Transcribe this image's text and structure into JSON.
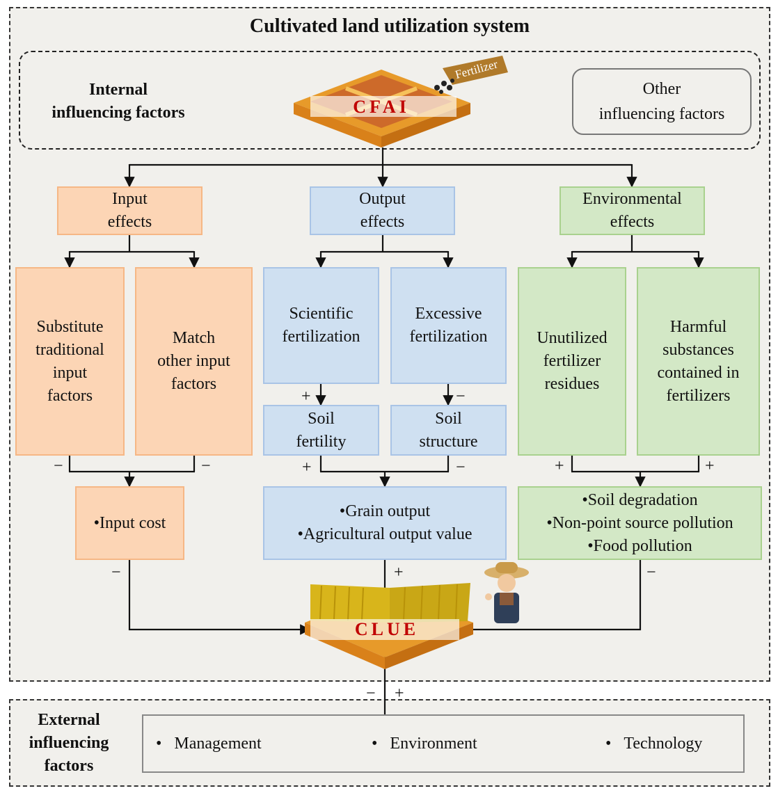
{
  "title": "Cultivated land utilization system",
  "internal_label": "Internal\ninfluencing factors",
  "other_factors": "Other\ninfluencing factors",
  "cfai": {
    "label": "CFAI",
    "bag_label": "Fertilizer"
  },
  "clue": {
    "label": "CLUE"
  },
  "effects": {
    "input": {
      "header": "Input\neffects",
      "children": [
        "Substitute\ntraditional\ninput\nfactors",
        "Match\nother input\nfactors"
      ],
      "result": "•Input cost"
    },
    "output": {
      "header": "Output\neffects",
      "children": [
        "Scientific\nfertilization",
        "Excessive\nfertilization"
      ],
      "sub_children": [
        "Soil\nfertility",
        "Soil\nstructure"
      ],
      "result": "•Grain output\n•Agricultural output value"
    },
    "environmental": {
      "header": "Environmental\neffects",
      "children": [
        "Unutilized\nfertilizer\nresidues",
        "Harmful\nsubstances\ncontained in\nfertilizers"
      ],
      "result": "•Soil degradation\n•Non-point source pollution\n•Food pollution"
    }
  },
  "signs": {
    "plus": "+",
    "minus": "−"
  },
  "external": {
    "label": "External\ninfluencing\nfactors",
    "items": [
      "Management",
      "Environment",
      "Technology"
    ],
    "bullet": "•"
  },
  "colors": {
    "orange_fill": "#fcd5b5",
    "blue_fill": "#cfe0f1",
    "green_fill": "#d3e8c6",
    "plot_label": "#c00000",
    "background": "#f1f0ec"
  }
}
